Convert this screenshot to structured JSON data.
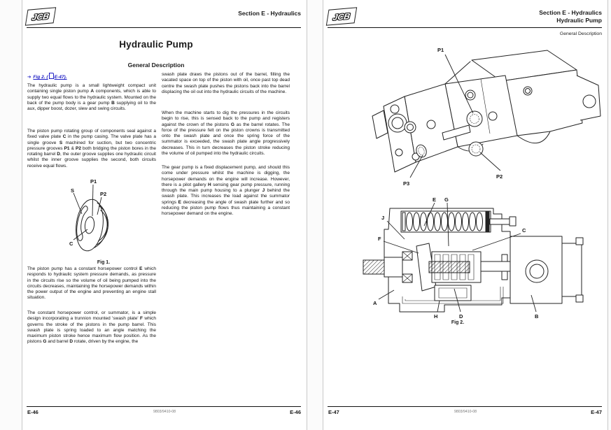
{
  "logo_text": "JCB",
  "left_page": {
    "header_section": "Section E - Hydraulics",
    "title": "Hydraulic Pump",
    "subtitle": "General Description",
    "figref": {
      "arrow": "➔",
      "pre": "Fig 2. (",
      "ref": "E-47)."
    },
    "paragraphs_col1_top": [
      "The hydraulic pump is a small lightweight compact unit containing single piston pump **A** components, which is able to supply two equal flows to the hydraulic system. Mounted on the back of the pump body is a gear pump **B** supplying oil to the aux, dipper boost, dozer, slew and swing circuits.",
      "The piston pump rotating group of components seal against a fixed valve plate **C** in the pump casing. The valve plate has a single groove **S** machined for suction, but two concentric pressure grooves **P1** & **P2** both bridging the piston bores in the rotating barrel **D**, the outer groove supplies one hydraulic circuit whilst the inner groove supplies the second, both circuits receive equal flows."
    ],
    "fig1": {
      "caption": "Fig 1.",
      "labels": {
        "s": "S",
        "p1": "P1",
        "p2": "P2",
        "c": "C"
      }
    },
    "paragraphs_col1_bottom": [
      "The piston pump has a constant horsepower control **E** which responds to hydraulic system pressure demands, as pressure in the circuits rise so the volume of oil being pumped into the circuits decreases, maintaining the horsepower demands within the power output of the engine and preventing an engine stall situation.",
      "The constant horsepower control, or summator, is a simple design incorporating a trunnion mounted 'swash plate' **F** which governs the stroke of the pistons in the pump barrel. This swash plate is spring loaded to an angle matching the maximum piston stroke hence maximum flow position. As the pistons **G** and barrel **D** rotate, driven by the engine, the"
    ],
    "paragraphs_col2": [
      "swash plate draws the pistons out of the barrel, filling the vacated space on top of the piston with oil, once past top dead centre the swash plate pushes the pistons back into the barrel displacing the oil out into the hydraulic circuits of the machine.",
      "When the machine starts to dig the pressures in the circuits begin to rise, this is sensed back to the pump and registers against the crown of the pistons **G** as the barrel rotates. The force of the pressure felt on the piston crowns is transmitted onto the swash plate and once the spring force of the summator is exceeded, the swash plate angle progressively decreases. This in turn decreases the piston stroke reducing the volume of oil pumped into the hydraulic circuits.",
      "The gear pump is a fixed displacement pump, and should this come under pressure whilst the machine is digging, the horsepower demands on the engine will increase. However, there is a pilot gallery **H** sensing gear pump pressure, running through the main pump housing to a plunger **J** behind the swash plate. This increases the load against the summator springs **E** decreasing the angle of swash plate further and so reducing the piston pump flows thus maintaining a constant horsepower demand on the engine."
    ],
    "footer": {
      "left": "E-46",
      "center": "9803/9410-08",
      "right": "E-46"
    }
  },
  "right_page": {
    "header_section": "Section E - Hydraulics",
    "header_chapter": "Hydraulic Pump",
    "header_sub": "General Description",
    "iso_figure": {
      "labels": {
        "p1": "P1",
        "p2": "P2",
        "p3": "P3"
      }
    },
    "fig2": {
      "caption": "Fig 2.",
      "labels": {
        "e": "E",
        "g": "G",
        "j": "J",
        "f": "F",
        "c": "C",
        "a": "A",
        "h": "H",
        "d": "D",
        "b": "B"
      }
    },
    "footer": {
      "left": "E-47",
      "center": "9803/9410-08",
      "right": "E-47"
    }
  }
}
